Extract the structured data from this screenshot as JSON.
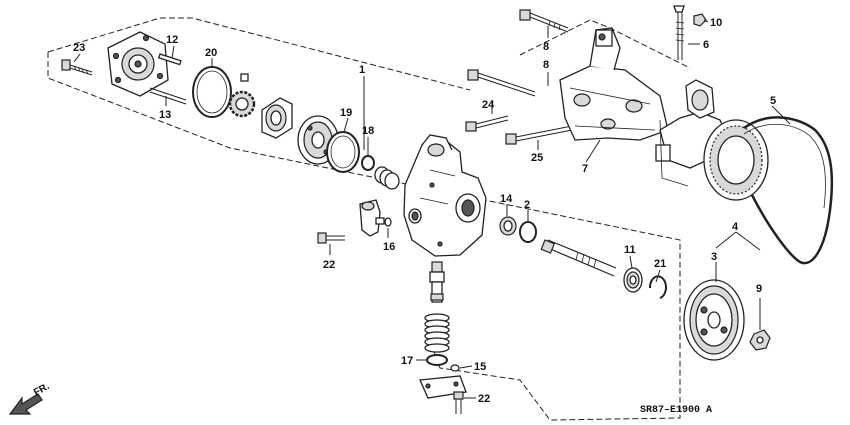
{
  "diagram": {
    "drawing_code": "SR87–E1900 A",
    "direction_label": "FR.",
    "callouts": {
      "p1": "1",
      "p2": "2",
      "p3": "3",
      "p4": "4",
      "p5": "5",
      "p6": "6",
      "p7": "7",
      "p8a": "8",
      "p8b": "8",
      "p9": "9",
      "p10": "10",
      "p11": "11",
      "p12": "12",
      "p13": "13",
      "p14": "14",
      "p15": "15",
      "p16": "16",
      "p17": "17",
      "p18": "18",
      "p19": "19",
      "p20": "20",
      "p21": "21",
      "p22a": "22",
      "p22b": "22",
      "p23": "23",
      "p24": "24",
      "p25": "25"
    }
  }
}
